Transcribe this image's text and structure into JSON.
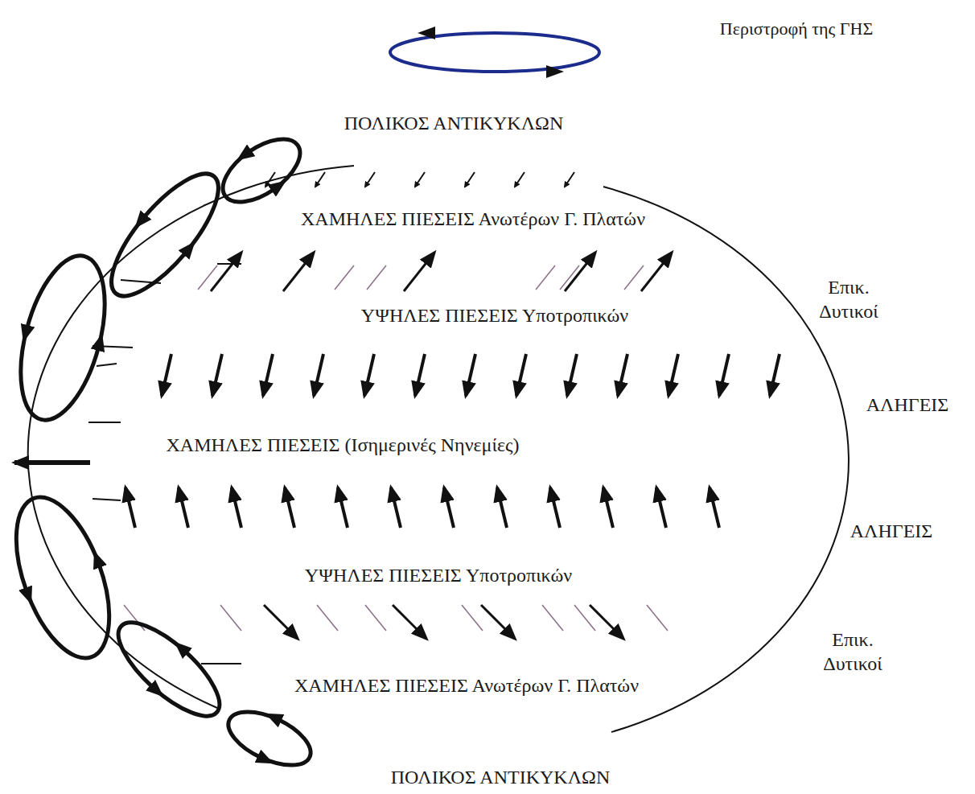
{
  "diagram": {
    "labels": [
      "Περιστροφή της ΓΗΣ",
      "ΠΟΛΙΚΟΣ ΑΝΤΙΚΥΚΛΩΝ",
      "ΧΑΜΗΛΕΣ ΠΙΕΣΕΙΣ Ανωτέρων Γ. Πλατών",
      "ΥΨΗΛΕΣ ΠΙΕΣΕΙΣ Υποτροπικών",
      "ΧΑΜΗΛΕΣ ΠΙΕΣΕΙΣ (Ισημερινές Νηνεμίες)",
      "ΥΨΗΛΕΣ ΠΙΕΣΕΙΣ Υποτροπικών",
      "ΧΑΜΗΛΕΣ ΠΙΕΣΕΙΣ Ανωτέρων Γ. Πλατών",
      "ΠΟΛΙΚΟΣ ΑΝΤΙΚΥΚΛΩΝ",
      "Επικ. Δυτικοί",
      "ΑΛΗΓΕΙΣ",
      "ΑΛΗΓΕΙΣ",
      "Επικ. Δυτικοί"
    ]
  }
}
